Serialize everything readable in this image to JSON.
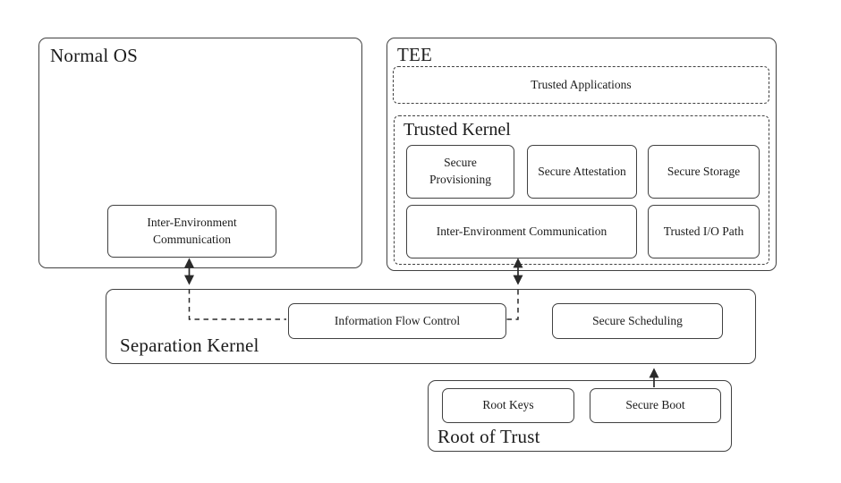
{
  "colors": {
    "border": "#414141",
    "text": "#1b1b1b",
    "background": "#ffffff"
  },
  "normal_os": {
    "title": "Normal OS",
    "iec": "Inter-Environment Communication"
  },
  "tee": {
    "title": "TEE",
    "trusted_applications": "Trusted Applications",
    "trusted_kernel": {
      "title": "Trusted Kernel",
      "secure_provisioning": "Secure Provisioning",
      "secure_attestation": "Secure Attestation",
      "secure_storage": "Secure Storage",
      "iec": "Inter-Environment Communication",
      "trusted_io_path": "Trusted I/O Path"
    }
  },
  "separation_kernel": {
    "title": "Separation Kernel",
    "information_flow_control": "Information Flow Control",
    "secure_scheduling": "Secure Scheduling"
  },
  "root_of_trust": {
    "title": "Root of Trust",
    "root_keys": "Root Keys",
    "secure_boot": "Secure Boot"
  }
}
